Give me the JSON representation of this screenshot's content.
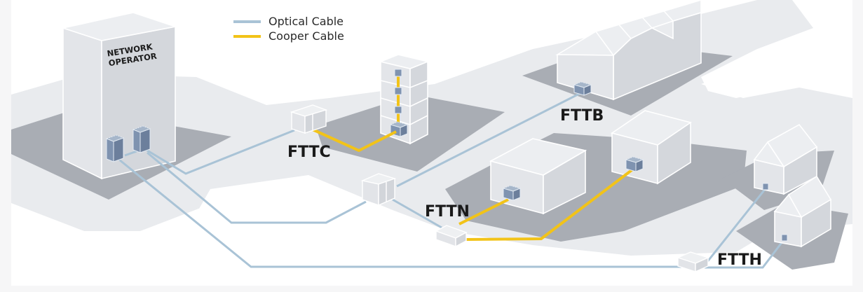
{
  "diagram": {
    "title": "Fiber access network architectures",
    "operator_label_line1": "NETWORK",
    "operator_label_line2": "OPERATOR",
    "legend": [
      {
        "label": "Optical Cable",
        "color": "#a9c3d6"
      },
      {
        "label": "Cooper Cable",
        "color": "#f2c318"
      }
    ],
    "nodes": {
      "fttc": "FTTC",
      "fttb": "FTTB",
      "fttn": "FTTN",
      "ftth": "FTTH"
    },
    "colors": {
      "optical": "#a9c3d6",
      "copper": "#f2c318",
      "ground_dark": "#a9adb4",
      "ground_light": "#e9ebee",
      "building": "#e3e5e9",
      "device": "#7f93b0"
    }
  }
}
